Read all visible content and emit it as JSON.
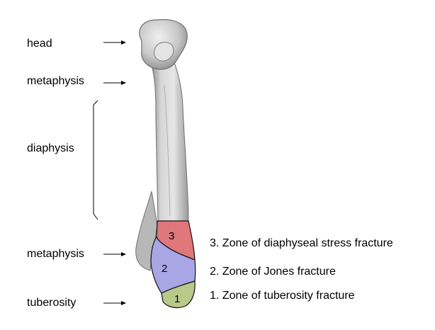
{
  "labels": {
    "head": "head",
    "metaphysis_top": "metaphysis",
    "diaphysis": "diaphysis",
    "metaphysis_bottom": "metaphysis",
    "tuberosity": "tuberosity"
  },
  "zones": [
    {
      "number": "3",
      "label": "3. Zone of diaphyseal stress fracture",
      "color": "#e0777a"
    },
    {
      "number": "2",
      "label": "2. Zone  of Jones fracture",
      "color": "#a9a6e6"
    },
    {
      "number": "1",
      "label": "1. Zone  of tuberosity fracture",
      "color": "#b9c98a"
    }
  ],
  "colors": {
    "bone": "#d9d9d9",
    "bone_shadow": "#a8a8a8",
    "bone_outline": "#6f6f6f"
  }
}
